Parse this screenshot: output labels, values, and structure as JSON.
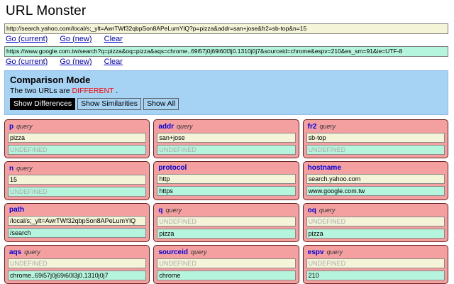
{
  "app": {
    "title": "URL Monster"
  },
  "urls": [
    {
      "value": "http://search.yahoo.com/local/s;_ylt=AwrTWf32qbpSon8APeLumYlQ?p=pizza&addr=san+jose&fr2=sb-top&n=15",
      "actions": [
        "Go (current)",
        "Go (new)",
        "Clear"
      ]
    },
    {
      "value": "https://www.google.com.tw/search?q=pizza&oq=pizza&aqs=chrome..69i57j0j69i60l3j0.1310j0j7&sourceid=chrome&espv=210&es_sm=91&ie=UTF-8",
      "actions": [
        "Go (current)",
        "Go (new)",
        "Clear"
      ]
    }
  ],
  "comparison": {
    "title": "Comparison Mode",
    "status_prefix": "The two URLs are",
    "status_value": "DIFFERENT",
    "status_suffix": ".",
    "buttons": [
      {
        "label": "Show Differences",
        "active": true
      },
      {
        "label": "Show Similarities",
        "active": false
      },
      {
        "label": "Show All",
        "active": false
      }
    ],
    "panel_color": "#a6d2f4",
    "diff_color": "#ff0000"
  },
  "params": [
    {
      "name": "p",
      "kind": "query",
      "a": "pizza",
      "b": "UNDEFINED",
      "a_undef": false,
      "b_undef": true
    },
    {
      "name": "addr",
      "kind": "query",
      "a": "san+jose",
      "b": "UNDEFINED",
      "a_undef": false,
      "b_undef": true
    },
    {
      "name": "fr2",
      "kind": "query",
      "a": "sb-top",
      "b": "UNDEFINED",
      "a_undef": false,
      "b_undef": true
    },
    {
      "name": "n",
      "kind": "query",
      "a": "15",
      "b": "UNDEFINED",
      "a_undef": false,
      "b_undef": true
    },
    {
      "name": "protocol",
      "kind": "",
      "a": "http",
      "b": "https",
      "a_undef": false,
      "b_undef": false
    },
    {
      "name": "hostname",
      "kind": "",
      "a": "search.yahoo.com",
      "b": "www.google.com.tw",
      "a_undef": false,
      "b_undef": false
    },
    {
      "name": "path",
      "kind": "",
      "a": "/local/s;_ylt=AwrTWf32qbpSon8APeLumYlQ",
      "b": "/search",
      "a_undef": false,
      "b_undef": false
    },
    {
      "name": "q",
      "kind": "query",
      "a": "UNDEFINED",
      "b": "pizza",
      "a_undef": true,
      "b_undef": false
    },
    {
      "name": "oq",
      "kind": "query",
      "a": "UNDEFINED",
      "b": "pizza",
      "a_undef": true,
      "b_undef": false
    },
    {
      "name": "aqs",
      "kind": "query",
      "a": "UNDEFINED",
      "b": "chrome..69i57j0j69i60l3j0.1310j0j7",
      "a_undef": true,
      "b_undef": false
    },
    {
      "name": "sourceid",
      "kind": "query",
      "a": "UNDEFINED",
      "b": "chrome",
      "a_undef": true,
      "b_undef": false
    },
    {
      "name": "espv",
      "kind": "query",
      "a": "UNDEFINED",
      "b": "210",
      "a_undef": true,
      "b_undef": false
    }
  ],
  "colors": {
    "card_bg": "#f5a0a0",
    "value_a_bg": "#f4f4d8",
    "value_b_bg": "#b6f5dd",
    "param_name": "#0000dd"
  }
}
